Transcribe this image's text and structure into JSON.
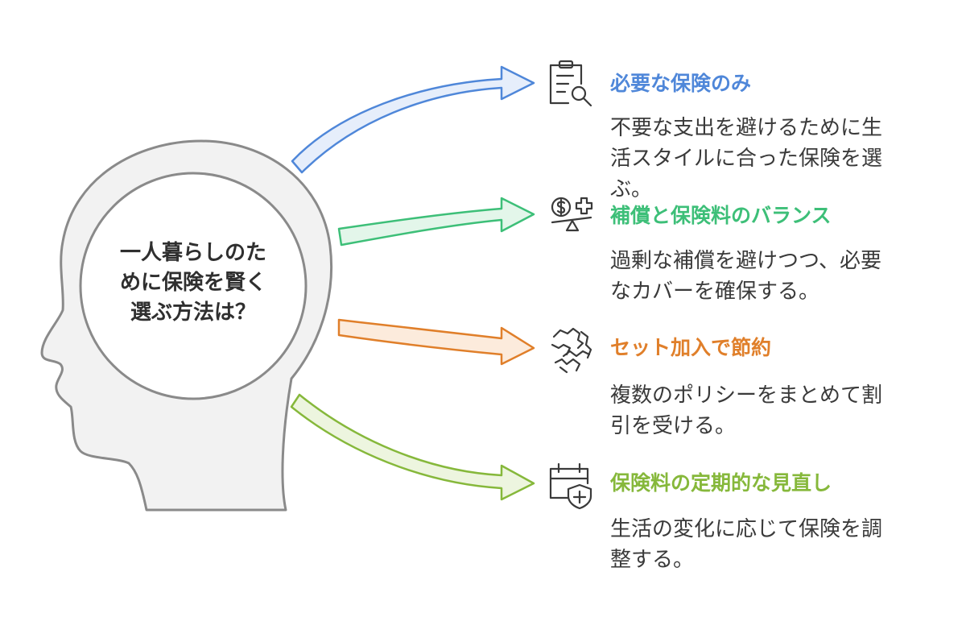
{
  "center": {
    "lines": [
      "一人暮らしのた",
      "めに保険を賢く",
      "選ぶ方法は？"
    ]
  },
  "colors": {
    "blue": "#4f87d9",
    "green": "#3dbf78",
    "orange": "#e07f2a",
    "lime": "#86b83b",
    "head_fill": "#f2f2f2",
    "head_stroke": "#8a8a8a"
  },
  "items": [
    {
      "title": "必要な保険のみ",
      "desc_lines": [
        "不要な支出を避けるために生",
        "活スタイルに合った保険を選",
        "ぶ。"
      ],
      "icon": "clipboard-search-icon"
    },
    {
      "title": "補償と保険料のバランス",
      "desc_lines": [
        "過剰な補償を避けつつ、必要",
        "なカバーを確保する。"
      ],
      "icon": "money-balance-icon"
    },
    {
      "title": "セット加入で節約",
      "desc_lines": [
        "複数のポリシーをまとめて割",
        "引を受ける。"
      ],
      "icon": "handshake-icon"
    },
    {
      "title": "保険料の定期的な見直し",
      "desc_lines": [
        "生活の変化に応じて保険を調",
        "整する。"
      ],
      "icon": "calendar-plus-icon"
    }
  ]
}
